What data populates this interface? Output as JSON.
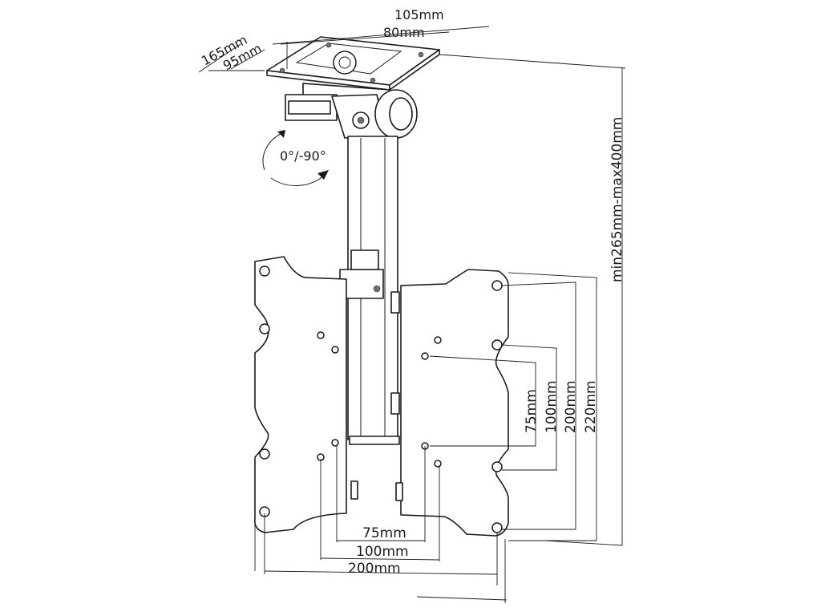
{
  "diagram": {
    "top_plate": {
      "width_outer": "105mm",
      "width_inner": "80mm",
      "depth_outer": "165mm",
      "depth_inner": "95mm"
    },
    "rotation": "0°/-90°",
    "height_range": "min265mm-max400mm",
    "vesa_vertical": [
      "75mm",
      "100mm",
      "200mm",
      "220mm"
    ],
    "vesa_horizontal": [
      "75mm",
      "100mm",
      "200mm"
    ]
  }
}
